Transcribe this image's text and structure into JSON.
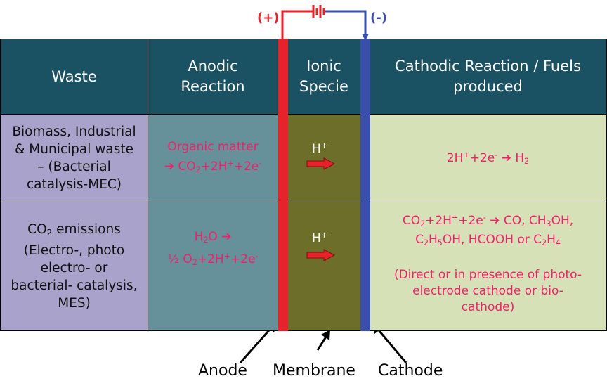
{
  "battery": {
    "positive_label": "(+)",
    "negative_label": "(-)",
    "positive_color": "#e8222a",
    "negative_color": "#3a4eab"
  },
  "headers": {
    "waste": "Waste",
    "anodic": [
      "Anodic",
      "Reaction"
    ],
    "ionic": [
      "Ionic",
      "Specie"
    ],
    "cathodic": [
      "Cathodic Reaction / Fuels",
      "produced"
    ]
  },
  "rows": [
    {
      "waste": [
        "Biomass,  Industrial",
        "& Municipal waste",
        "– (Bacterial",
        "catalysis-MEC)"
      ],
      "anodic": {
        "line1": "Organic matter",
        "line2": {
          "arrow": "➔",
          "a": " CO",
          "sub1": "2",
          "b": "+2H",
          "sup1": "+",
          "c": "+2e",
          "sup2": "-"
        }
      },
      "ionic": {
        "h": "H",
        "sup": "+"
      },
      "cathodic": {
        "a": "2H",
        "sup1": "+",
        "b": "+2e",
        "sup2": "-",
        "arrow": " ➔ ",
        "c": "H",
        "sub1": "2"
      }
    },
    {
      "waste": {
        "a": "CO",
        "sub": "2",
        "b": " emissions",
        "lines": [
          "(Electro-, photo",
          "electro- or",
          "bacterial- catalysis,",
          "MES)"
        ]
      },
      "anodic": {
        "line1": {
          "a": "H",
          "sub": "2",
          "b": "O ",
          "arrow": "➔"
        },
        "line2": {
          "a": "½ O",
          "sub1": "2",
          "b": "+2H",
          "sup1": "+",
          "c": "+2e",
          "sup2": "-"
        }
      },
      "ionic": {
        "h": "H",
        "sup": "+"
      },
      "cathodic": {
        "line1": {
          "a": "CO",
          "sub1": "2",
          "b": "+2H",
          "sup1": "+",
          "c": "+2e",
          "sup2": "-",
          "arrow": " ➔ ",
          "d": "CO, CH",
          "sub2": "3",
          "e": "OH,"
        },
        "line2": {
          "a": "C",
          "sub1": "2",
          "b": "H",
          "sub2": "5",
          "c": "OH, HCOOH or C",
          "sub3": "2",
          "d": "H",
          "sub4": "4"
        },
        "note": [
          "(Direct or in presence of photo-",
          "electrode cathode or bio-",
          "cathode)"
        ]
      }
    }
  ],
  "labels": {
    "anode": "Anode",
    "membrane": "Membrane",
    "cathode": "Cathode"
  }
}
